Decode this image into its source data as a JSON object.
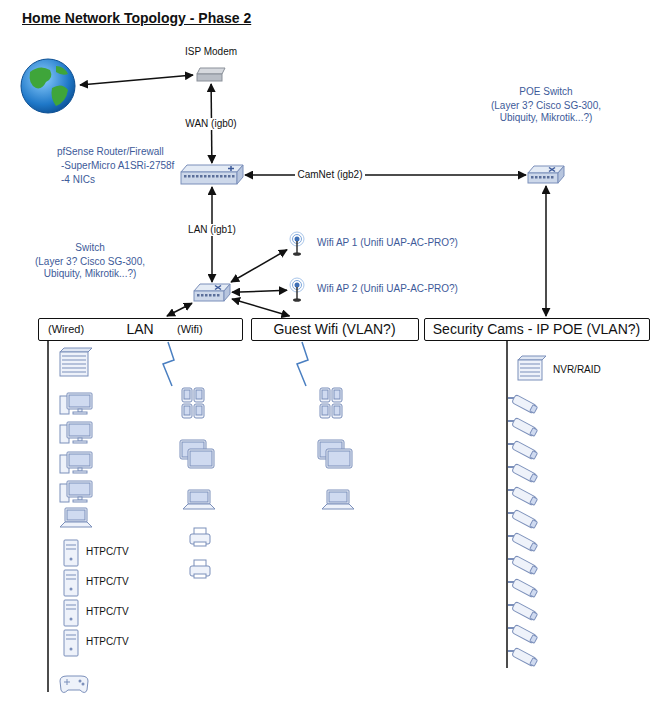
{
  "diagram": {
    "title": "Home Network Topology - Phase 2",
    "nodes": [
      {
        "text": [
          "ISP Modem"
        ]
      },
      {
        "text": [
          "pfSense Router/Firewall",
          "-SuperMicro A1SRi-2758f",
          "-4 NICs"
        ]
      },
      {
        "text": [
          "POE Switch",
          "(Layer 3? Cisco SG-300, Ubiquity, Mikrotik...?)"
        ]
      },
      {
        "text": [
          "Switch",
          "(Layer 3? Cisco SG-300, Ubiquity, Mikrotik...?)"
        ]
      },
      {
        "text": [
          "Wifi AP 1 (Unifi UAP-AC-PRO?)"
        ]
      },
      {
        "text": [
          "Wifi AP 2 (Unifi UAP-AC-PRO?)"
        ]
      },
      {
        "text": [
          "(Wired)",
          "LAN",
          "(Wifi)"
        ]
      },
      {
        "text": [
          "Guest Wifi (VLAN?)"
        ]
      },
      {
        "text": [
          "Security Cams - IP POE (VLAN?)"
        ]
      }
    ],
    "edges": [
      {
        "from": 0,
        "to": 1,
        "arrow": "both",
        "label": "WAN (igb0)"
      },
      {
        "from": 1,
        "to": 2,
        "arrow": "both",
        "label": "CamNet (igb2)"
      },
      {
        "from": 1,
        "to": 3,
        "arrow": "both",
        "label": "LAN (igb1)"
      },
      {
        "from": 3,
        "to": 4,
        "arrow": "both"
      },
      {
        "from": 3,
        "to": 5,
        "arrow": "both"
      },
      {
        "from": 3,
        "to": 6,
        "arrow": "both"
      },
      {
        "from": 3,
        "to": 7,
        "arrow": "both"
      },
      {
        "from": 2,
        "to": 8,
        "arrow": "both"
      }
    ],
    "labels": [
      "NVR/RAID",
      "HTPC/TV",
      "HTPC/TV",
      "HTPC/TV",
      "HTPC/TV"
    ]
  }
}
